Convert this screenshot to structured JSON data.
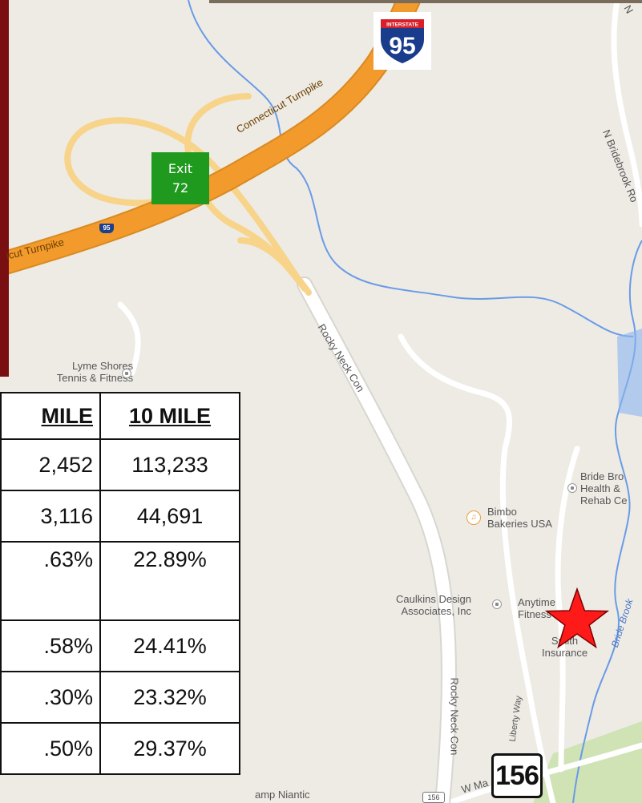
{
  "map": {
    "highway_shield": {
      "top_text": "INTERSTATE",
      "number": "95"
    },
    "highway_small_shield": "95",
    "exit_sign": {
      "line1": "Exit",
      "line2": "72"
    },
    "route_shield": "156",
    "route_small_shield": "156",
    "road_labels": {
      "turnpike_upper": "Connecticut Turnpike",
      "turnpike_lower": "icut Turnpike",
      "rocky_neck_diag": "Rocky Neck Con",
      "rocky_neck_vert": "Rocky Neck Con",
      "bridebrook_road": "N Bridebrook Ro",
      "liberty_way": "Liberty Way",
      "bride_brook": "Bride Brook",
      "w_main": "W Ma",
      "n_top": "N"
    },
    "poi_labels": {
      "lyme_shores_1": "Lyme Shores",
      "lyme_shores_2": "Tennis & Fitness",
      "bride_brook_1": "Bride Bro",
      "bride_brook_2": "Health &",
      "bride_brook_3": "Rehab Ce",
      "bimbo_1": "Bimbo",
      "bimbo_2": "Bakeries USA",
      "caulkins_1": "Caulkins Design",
      "caulkins_2": "Associates, Inc",
      "anytime_1": "Anytime",
      "anytime_2": "Fitness",
      "smith_1": "Smith",
      "smith_2": "Insurance",
      "camp_niantic": "amp Niantic"
    },
    "colors": {
      "highway": "#f39a2c",
      "ramp": "#f7d48a",
      "water": "#5b8fe0",
      "exit_sign": "#1f9a1f",
      "star": "#ff1a1a"
    }
  },
  "stats_table": {
    "headers": [
      "MILE",
      "10 MILE"
    ],
    "rows": [
      {
        "c1": "2,452",
        "c2": "113,233"
      },
      {
        "c1": "3,116",
        "c2": "44,691"
      },
      {
        "c1": ".63%",
        "c2": "22.89%"
      },
      {
        "c1": ".58%",
        "c2": "24.41%"
      },
      {
        "c1": ".30%",
        "c2": "23.32%"
      },
      {
        "c1": ".50%",
        "c2": "29.37%"
      }
    ]
  }
}
